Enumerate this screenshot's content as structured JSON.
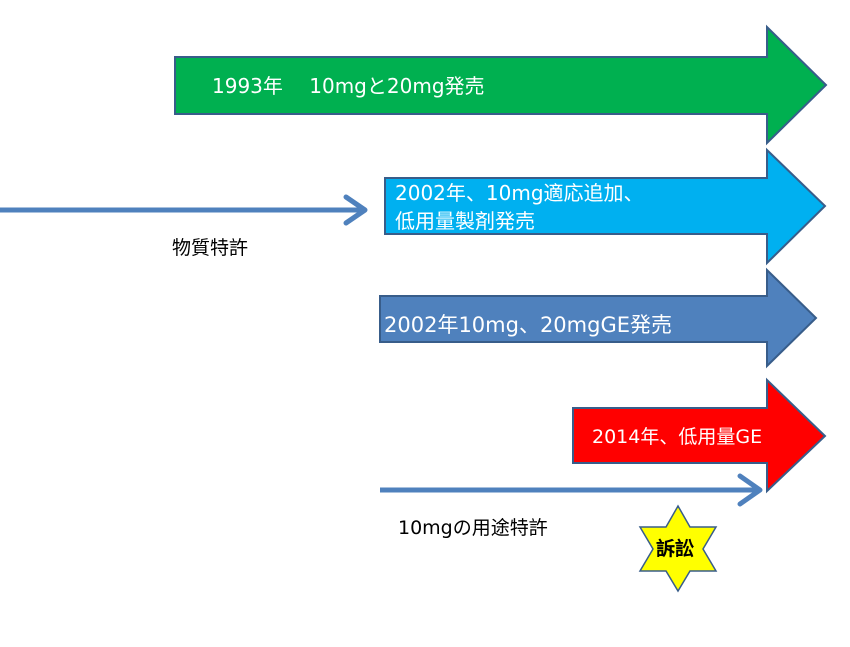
{
  "arrows": [
    {
      "label": "1993年　 10mgと20mg発売",
      "color": "#00b050"
    },
    {
      "label_line1": "2002年、10mg適応追加、",
      "label_line2": "低用量製剤発売",
      "color": "#00b0f0"
    },
    {
      "label": "2002年10mg、20mgGE発売",
      "color": "#4f81bd"
    },
    {
      "label": "2014年、低用量GE",
      "color": "#ff0000"
    }
  ],
  "lines": [
    {
      "label": "物質特許",
      "color": "#4f81bd"
    },
    {
      "label": "10mgの用途特許",
      "color": "#4f81bd"
    }
  ],
  "star": {
    "label": "訴訟",
    "color": "#ffff00"
  }
}
